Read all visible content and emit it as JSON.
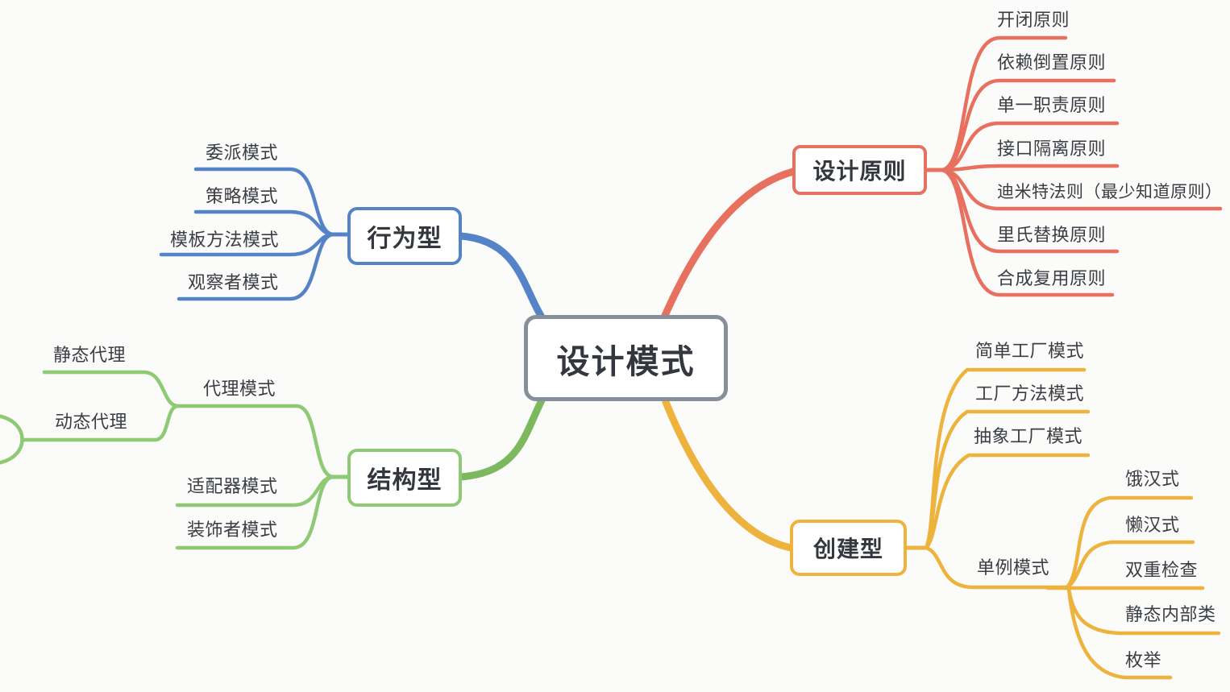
{
  "root": {
    "label": "设计模式"
  },
  "colors": {
    "red": "#e7705f",
    "blue": "#5583c7",
    "green": "#8ec973",
    "green_dark": "#7db85e",
    "yellow": "#eeb33c",
    "gray": "#878f9a",
    "text": "#3a3e44",
    "background": "#fbfbfa"
  },
  "branches": [
    {
      "label": "设计原则",
      "color": "#e7705f",
      "children": [
        {
          "label": "开闭原则"
        },
        {
          "label": "依赖倒置原则"
        },
        {
          "label": "单一职责原则"
        },
        {
          "label": "接口隔离原则"
        },
        {
          "label": "迪米特法则（最少知道原则）"
        },
        {
          "label": "里氏替换原则"
        },
        {
          "label": "合成复用原则"
        }
      ]
    },
    {
      "label": "行为型",
      "color": "#5583c7",
      "children": [
        {
          "label": "委派模式"
        },
        {
          "label": "策略模式"
        },
        {
          "label": "模板方法模式"
        },
        {
          "label": "观察者模式"
        }
      ]
    },
    {
      "label": "结构型",
      "color": "#8ec973",
      "children": [
        {
          "label": "代理模式",
          "children": [
            {
              "label": "静态代理"
            },
            {
              "label": "动态代理"
            }
          ]
        },
        {
          "label": "适配器模式"
        },
        {
          "label": "装饰者模式"
        }
      ]
    },
    {
      "label": "创建型",
      "color": "#eeb33c",
      "children": [
        {
          "label": "简单工厂模式"
        },
        {
          "label": "工厂方法模式"
        },
        {
          "label": "抽象工厂模式"
        },
        {
          "label": "单例模式",
          "children": [
            {
              "label": "饿汉式"
            },
            {
              "label": "懒汉式"
            },
            {
              "label": "双重检查"
            },
            {
              "label": "静态内部类"
            },
            {
              "label": "枚举"
            }
          ]
        }
      ]
    }
  ]
}
